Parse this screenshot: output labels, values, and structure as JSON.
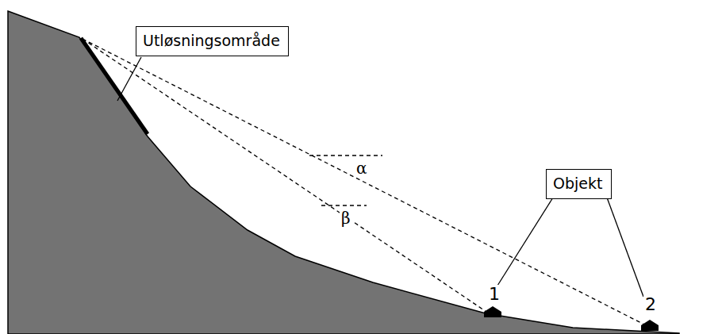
{
  "diagram": {
    "nodes": [
      {
        "text": [
          "Utløsningsområde"
        ]
      },
      {
        "text": [
          "Objekt"
        ]
      }
    ],
    "labels": [
      "α",
      "β",
      "1",
      "2"
    ]
  }
}
